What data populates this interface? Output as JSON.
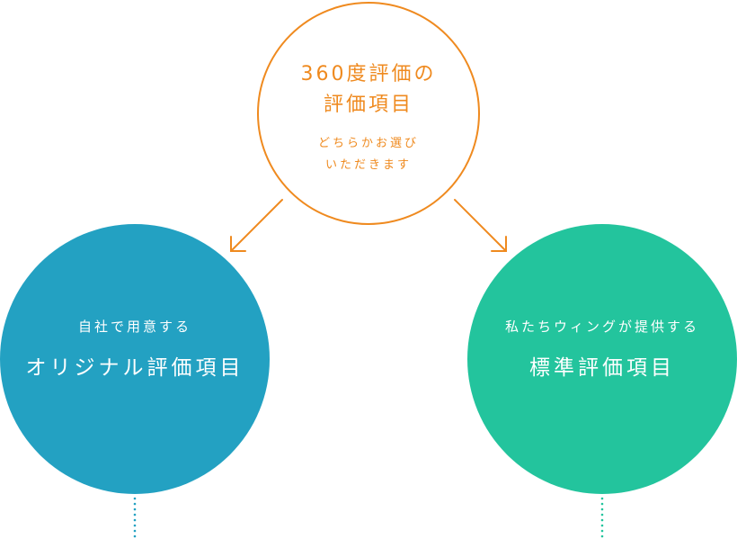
{
  "center": {
    "title_line1": "360度評価の",
    "title_line2": "評価項目",
    "sub_line1": "どちらかお選び",
    "sub_line2": "いただきます",
    "border_color": "#ef8a1f"
  },
  "left": {
    "sub": "自社で用意する",
    "title": "オリジナル評価項目",
    "color": "#23a1c2"
  },
  "right": {
    "sub": "私たちウィングが提供する",
    "title": "標準評価項目",
    "color": "#23c49d"
  },
  "colors": {
    "arrow": "#ef8a1f"
  }
}
